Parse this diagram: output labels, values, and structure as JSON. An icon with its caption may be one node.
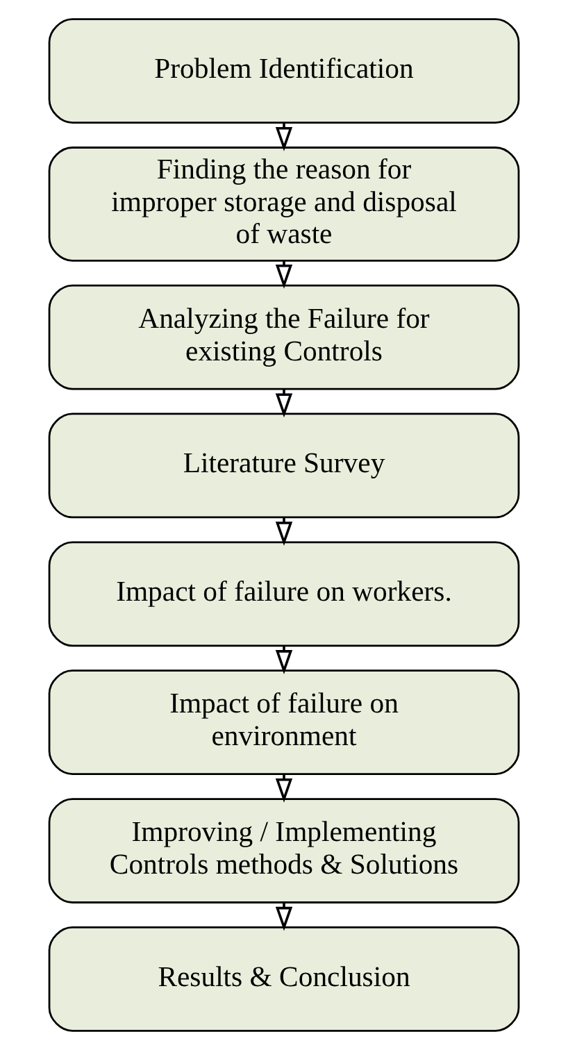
{
  "diagram": {
    "nodes": [
      {
        "text": [
          "Problem Identification"
        ]
      },
      {
        "text": [
          "Finding the reason for improper storage and disposal of waste"
        ]
      },
      {
        "text": [
          "Analyzing the Failure for existing Controls"
        ]
      },
      {
        "text": [
          "Literature Survey"
        ]
      },
      {
        "text": [
          "Impact of failure on workers."
        ]
      },
      {
        "text": [
          "Impact of failure on environment"
        ]
      },
      {
        "text": [
          "Improving / Implementing Controls methods & Solutions"
        ]
      },
      {
        "text": [
          "Results & Conclusion"
        ]
      }
    ],
    "edges": [
      {
        "from": 0,
        "to": 1,
        "arrow": "to"
      },
      {
        "from": 1,
        "to": 2,
        "arrow": "to"
      },
      {
        "from": 2,
        "to": 3,
        "arrow": "to"
      },
      {
        "from": 3,
        "to": 4,
        "arrow": "to"
      },
      {
        "from": 4,
        "to": 5,
        "arrow": "to"
      },
      {
        "from": 5,
        "to": 6,
        "arrow": "to"
      },
      {
        "from": 6,
        "to": 7,
        "arrow": "to"
      }
    ]
  }
}
